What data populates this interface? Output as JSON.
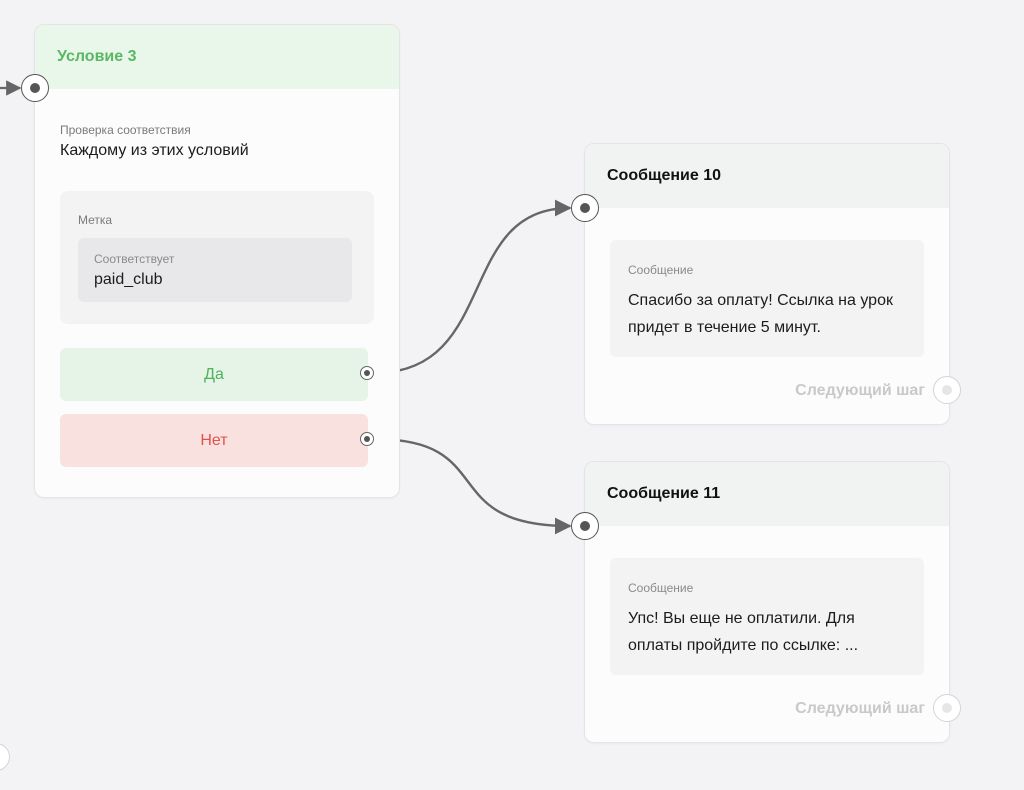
{
  "condition_node": {
    "title": "Условие 3",
    "check_label": "Проверка соответствия",
    "check_value": "Каждому из этих условий",
    "tag_label": "Метка",
    "match_label": "Соответствует",
    "match_value": "paid_club",
    "yes_label": "Да",
    "no_label": "Нет"
  },
  "message_nodes": [
    {
      "title": "Сообщение 10",
      "message_label": "Сообщение",
      "message_text": "Спасибо за оплату! Ссылка на урок придет в течение 5 минут.",
      "next_step_label": "Следующий шаг"
    },
    {
      "title": "Сообщение 11",
      "message_label": "Сообщение",
      "message_text": "Упс! Вы еще не оплатили. Для оплаты пройдите по ссылке: ...",
      "next_step_label": "Следующий шаг"
    }
  ],
  "colors": {
    "canvas": "#f3f3f5",
    "yes_bg": "#e6f4e7",
    "yes_text": "#4eb25b",
    "no_bg": "#f9e1e0",
    "no_text": "#e0524a",
    "condition_header_bg": "#e9f6ea",
    "condition_title": "#5ab865",
    "connector": "#666666"
  },
  "icons": [
    "arrowhead-icon",
    "input-port-icon",
    "output-port-icon",
    "next-step-port-icon"
  ]
}
